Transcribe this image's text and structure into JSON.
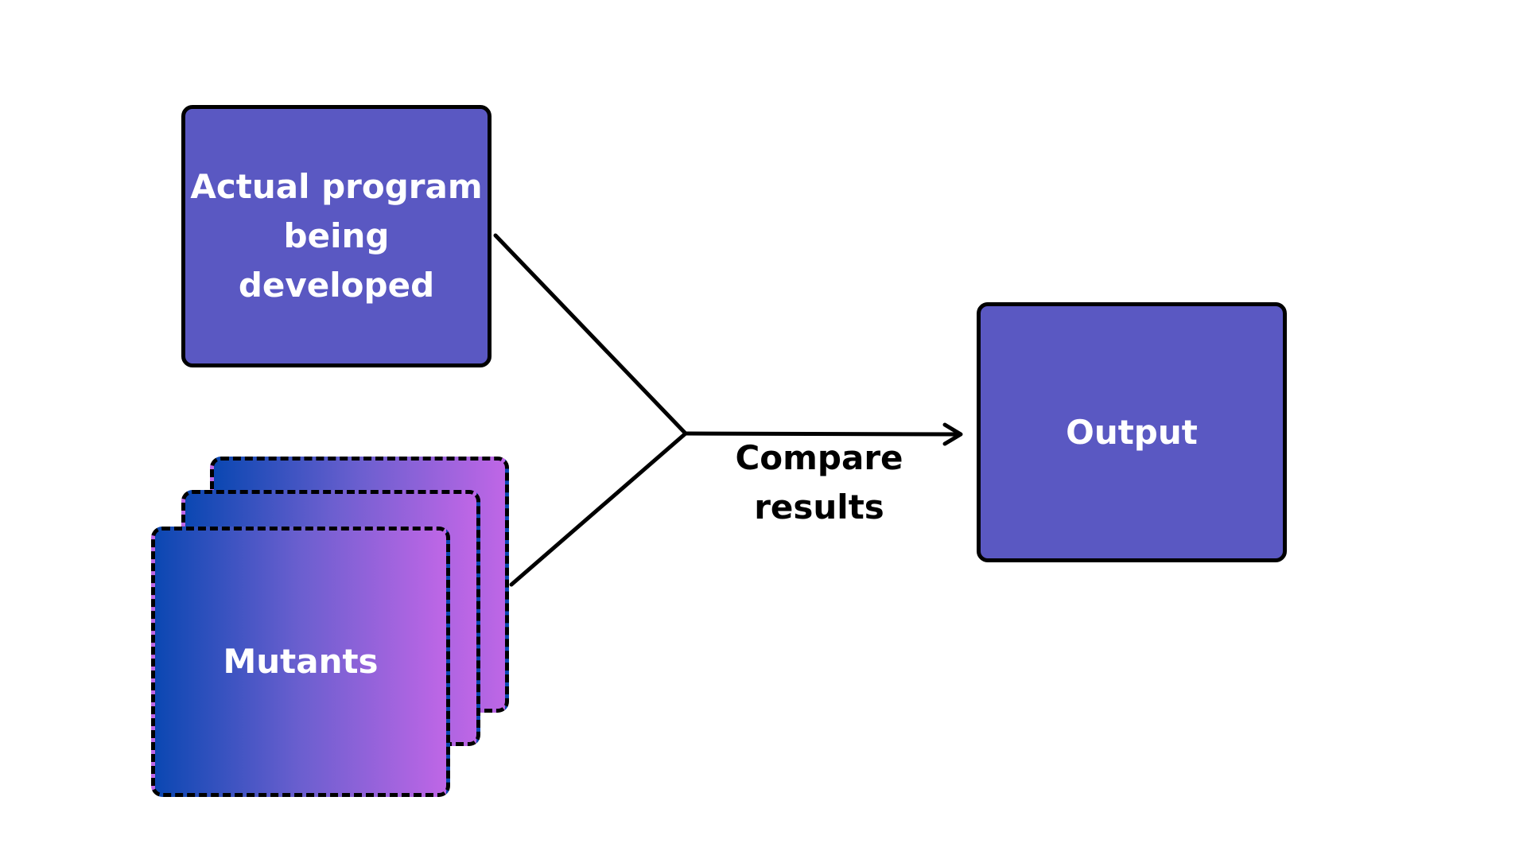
{
  "nodes": {
    "actual_program": {
      "label": "Actual program\nbeing developed"
    },
    "mutants": {
      "label": "Mutants"
    },
    "output": {
      "label": "Output"
    }
  },
  "edge": {
    "label": "Compare\nresults"
  },
  "colors": {
    "box_fill": "#5a58c2",
    "mutant_gradient_start": "#0b47b2",
    "mutant_gradient_end": "#bf66e6",
    "stroke": "#000000",
    "text_on_box": "#ffffff"
  }
}
